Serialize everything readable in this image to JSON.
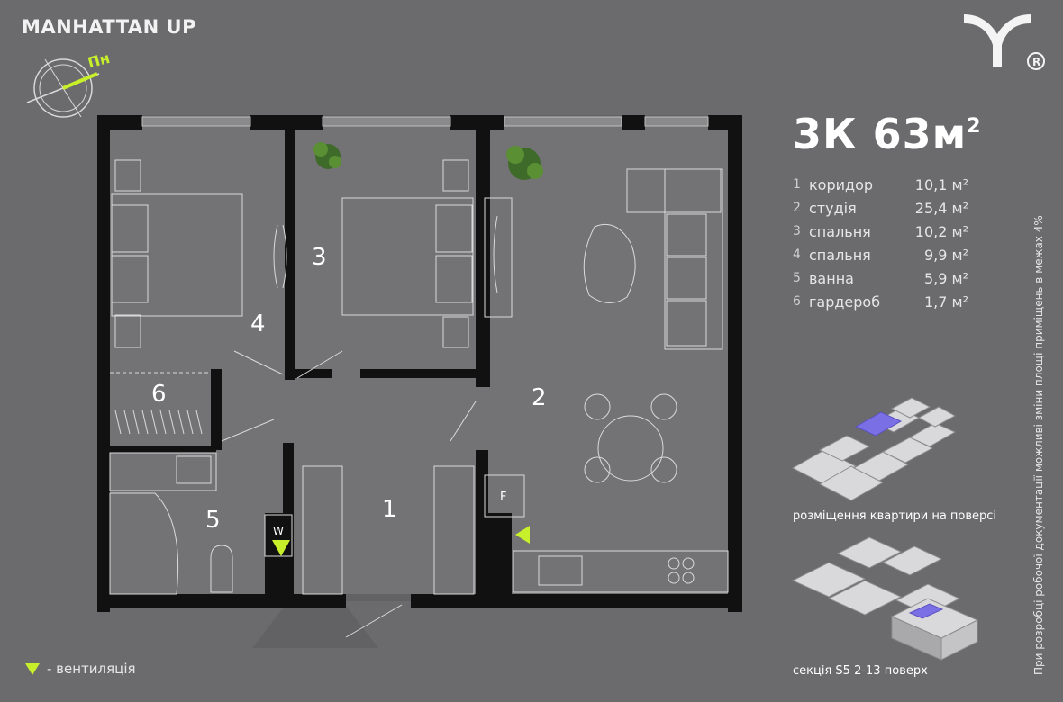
{
  "brand": "MANHATTAN UP",
  "compass_label": "Пн",
  "logo_mark": "®",
  "title_main": "3К 63м",
  "title_sup": "2",
  "rooms": [
    {
      "num": "1",
      "name": "коридор",
      "area": "10,1 м²"
    },
    {
      "num": "2",
      "name": "студія",
      "area": "25,4 м²"
    },
    {
      "num": "3",
      "name": "спальня",
      "area": "10,2 м²"
    },
    {
      "num": "4",
      "name": "спальня",
      "area": "9,9 м²"
    },
    {
      "num": "5",
      "name": "ванна",
      "area": "5,9 м²"
    },
    {
      "num": "6",
      "name": "гардероб",
      "area": "1,7 м²"
    }
  ],
  "plan_labels": {
    "r1": "1",
    "r2": "2",
    "r3": "3",
    "r4": "4",
    "r5": "5",
    "r6": "6",
    "washer": "W",
    "fridge": "F"
  },
  "floor_caption": "розміщення квартири на поверсі",
  "section_caption": "секція S5 2-13 поверх",
  "vent_legend": "- вентиляція",
  "side_note": "При розробці робочої документації можливі зміни площі приміщень в межах 4%",
  "colors": {
    "accent": "#c8f02a",
    "highlight": "#7b6fe6",
    "wall": "#111111",
    "floor": "#727274"
  }
}
